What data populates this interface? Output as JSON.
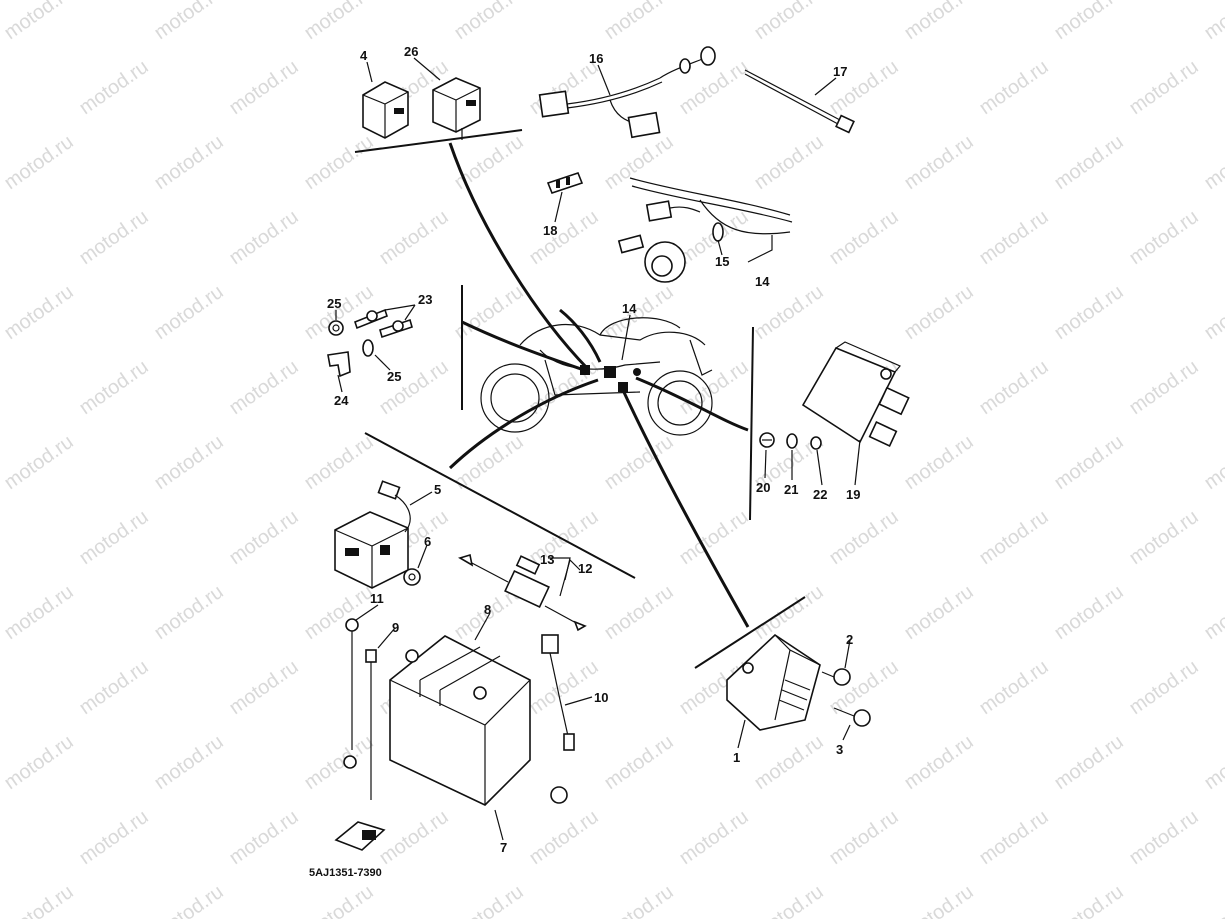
{
  "diagram": {
    "watermark_text": "motod.ru",
    "part_code": "5AJ1351-7390",
    "callouts": {
      "c1": "1",
      "c2": "2",
      "c3": "3",
      "c4": "4",
      "c5": "5",
      "c6": "6",
      "c7": "7",
      "c8": "8",
      "c9": "9",
      "c10": "10",
      "c11": "11",
      "c12": "12",
      "c13": "13",
      "c14_top": "14",
      "c14_mid": "14",
      "c15": "15",
      "c16": "16",
      "c17": "17",
      "c18": "18",
      "c19": "19",
      "c20": "20",
      "c21": "21",
      "c22": "22",
      "c23": "23",
      "c24": "24",
      "c25_top": "25",
      "c25_bot": "25",
      "c26": "26"
    }
  }
}
